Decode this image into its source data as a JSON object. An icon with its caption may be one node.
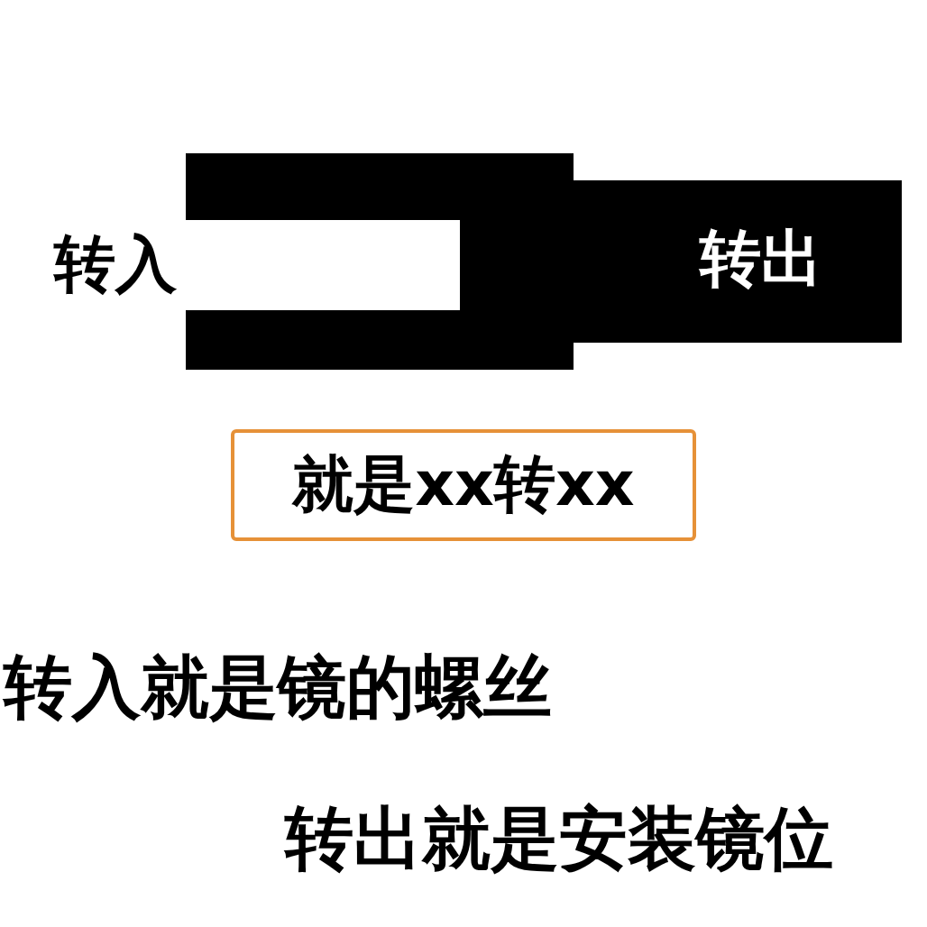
{
  "diagram": {
    "nodes": [
      {
        "text": [
          "转出"
        ]
      },
      {
        "text": [
          "就是xx转xx"
        ]
      }
    ],
    "labels": [
      "转入",
      "转入就是镜的螺丝",
      "转出就是安装镜位"
    ]
  }
}
